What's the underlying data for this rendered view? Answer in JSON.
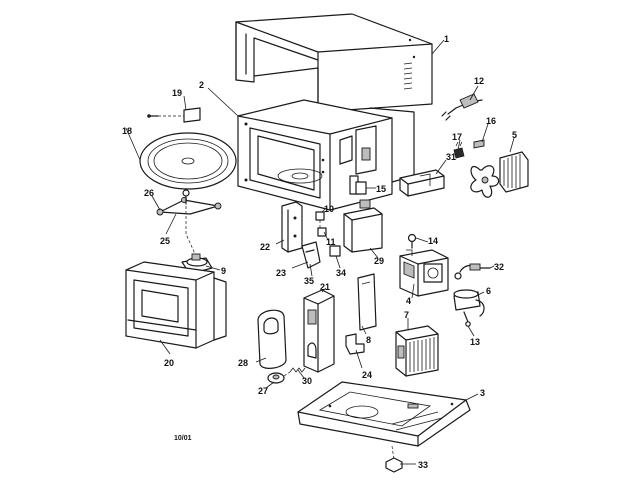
{
  "callouts": {
    "c1": "1",
    "c2": "2",
    "c3": "3",
    "c4": "4",
    "c5": "5",
    "c6": "6",
    "c7": "7",
    "c8": "8",
    "c9": "9",
    "c10": "10",
    "c11": "11",
    "c12": "12",
    "c13": "13",
    "c14": "14",
    "c15": "15",
    "c16": "16",
    "c17": "17",
    "c18": "18",
    "c19": "19",
    "c20": "20",
    "c21": "21",
    "c22": "22",
    "c23": "23",
    "c24": "24",
    "c25": "25",
    "c26": "26",
    "c27": "27",
    "c28": "28",
    "c29": "29",
    "c30": "30",
    "c31": "31",
    "c32": "32",
    "c33": "33",
    "c34": "34",
    "c35": "35"
  },
  "footnote": "10/01"
}
